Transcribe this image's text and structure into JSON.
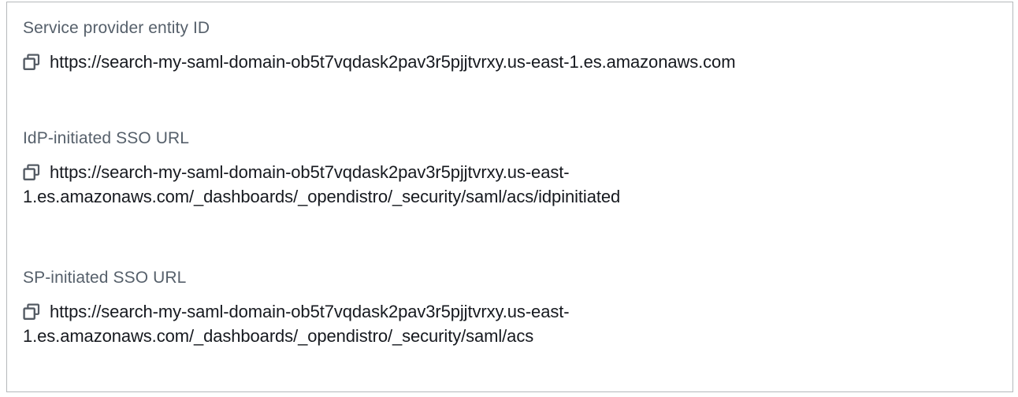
{
  "card": {
    "border_color": "#b5b8bb",
    "background": "#ffffff"
  },
  "colors": {
    "label_text": "#56606b",
    "value_text": "#16191f",
    "icon": "#545b64"
  },
  "fields": [
    {
      "id": "service-provider-entity-id",
      "label": "Service provider entity ID",
      "icon": "copy-icon",
      "value": "https://search-my-saml-domain-ob5t7vqdask2pav3r5pjjtvrxy.us-east-1.es.amazonaws.com",
      "line1": "https://search-my-saml-domain-ob5t7vqdask2pav3r5pjjtvrxy.us-east-1.es.amazonaws.com",
      "line2": ""
    },
    {
      "id": "idp-initiated-sso-url",
      "label": "IdP-initiated SSO URL",
      "icon": "copy-icon",
      "value": "https://search-my-saml-domain-ob5t7vqdask2pav3r5pjjtvrxy.us-east-1.es.amazonaws.com/_dashboards/_opendistro/_security/saml/acs/idpinitiated",
      "line1": "https://search-my-saml-domain-ob5t7vqdask2pav3r5pjjtvrxy.us-east-",
      "line2": "1.es.amazonaws.com/_dashboards/_opendistro/_security/saml/acs/idpinitiated"
    },
    {
      "id": "sp-initiated-sso-url",
      "label": "SP-initiated SSO URL",
      "icon": "copy-icon",
      "value": "https://search-my-saml-domain-ob5t7vqdask2pav3r5pjjtvrxy.us-east-1.es.amazonaws.com/_dashboards/_opendistro/_security/saml/acs",
      "line1": "https://search-my-saml-domain-ob5t7vqdask2pav3r5pjjtvrxy.us-east-",
      "line2": "1.es.amazonaws.com/_dashboards/_opendistro/_security/saml/acs"
    }
  ]
}
